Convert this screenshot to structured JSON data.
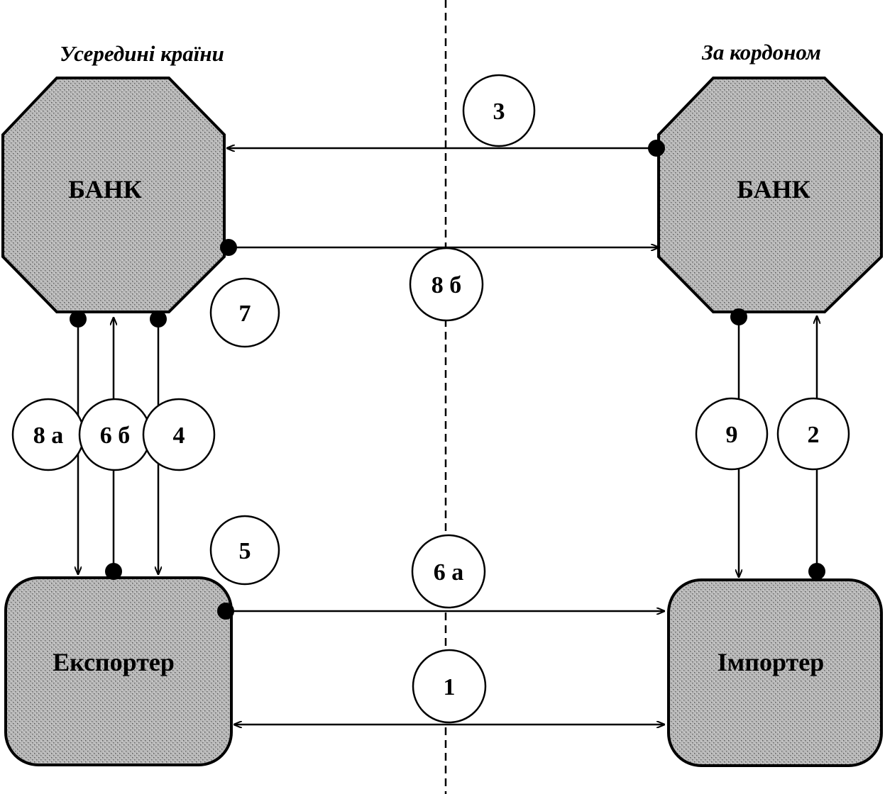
{
  "regions": {
    "domestic": "Усередині країни",
    "abroad": "За кордоном"
  },
  "nodes": {
    "bank_domestic": "БАНК",
    "bank_foreign": "БАНК",
    "exporter": "Експортер",
    "importer": "Імпортер"
  },
  "steps": {
    "s1": "1",
    "s2": "2",
    "s3": "3",
    "s4": "4",
    "s5": "5",
    "s6a": "6 а",
    "s6b": "6 б",
    "s7": "7",
    "s8a": "8 а",
    "s8b": "8 б",
    "s9": "9"
  },
  "colors": {
    "fill_base": "#b8b8b8",
    "stroke": "#000000",
    "background": "#ffffff"
  }
}
